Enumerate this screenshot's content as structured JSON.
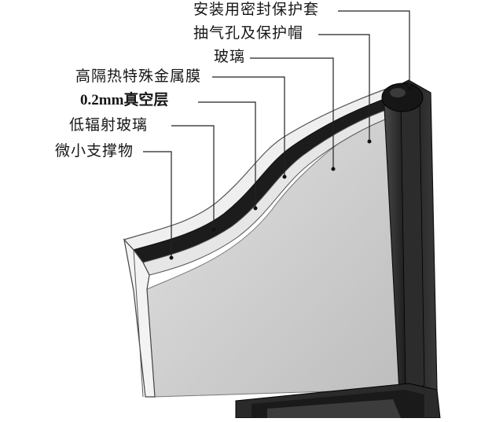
{
  "diagram": {
    "labels": [
      {
        "id": "sealing-cover",
        "text": "安装用密封保护套"
      },
      {
        "id": "vent-hole-cap",
        "text": "抽气孔及保护帽"
      },
      {
        "id": "glass",
        "text": "玻璃"
      },
      {
        "id": "heat-film",
        "text": "高隔热特殊金属膜"
      },
      {
        "id": "vacuum-layer",
        "text": "0.2mm真空层"
      },
      {
        "id": "low-e-glass",
        "text": "低辐射玻璃"
      },
      {
        "id": "micro-support",
        "text": "微小支撑物"
      }
    ],
    "colors": {
      "frame": "#2a2a2a",
      "glass_fill": "#d4d4d4",
      "leader_line": "#222222"
    }
  }
}
